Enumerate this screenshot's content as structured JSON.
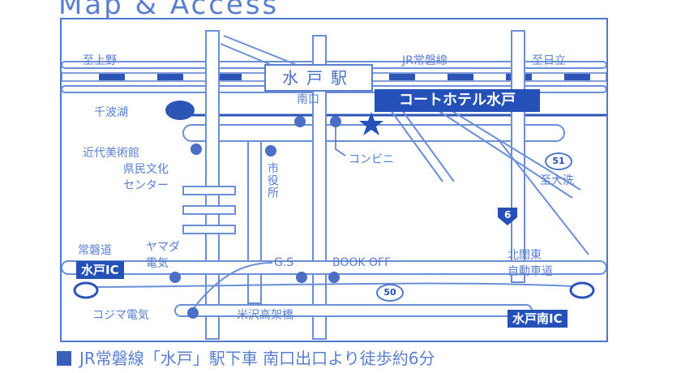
{
  "heading": "Map & Access",
  "map": {
    "station": "水戸駅",
    "hotel": "コートホテル水戸",
    "labels": {
      "to_ueno": "至上野",
      "jr_joban": "JR常磐線",
      "to_hitachi": "至日立",
      "minamiguchi": "南口",
      "senbako": "千波湖",
      "museum": "近代美術館",
      "culture1": "県民文化",
      "culture2": "センター",
      "city_hall": "市役所",
      "convenience": "コンビニ",
      "to_oarai": "至大洗",
      "joban_expressway": "常磐道",
      "yamada1": "ヤマダ",
      "yamada2": "電気",
      "gs": "G.S",
      "bookoff": "BOOK OFF",
      "kitakanto1": "北関東",
      "kitakanto2": "自動車道",
      "kojima": "コジマ電気",
      "yonezawa": "米沢高架橋"
    },
    "ic_mito": "水戸IC",
    "ic_mito_minami": "水戸南IC",
    "route_51": "51",
    "route_6": "6",
    "route_50": "50"
  },
  "footer": "JR常磐線「水戸」駅下車 南口出口より徒歩約6分",
  "colors": {
    "accent": "#2450b8",
    "road": "#c9d6f2",
    "rail": "#2c55b5"
  }
}
